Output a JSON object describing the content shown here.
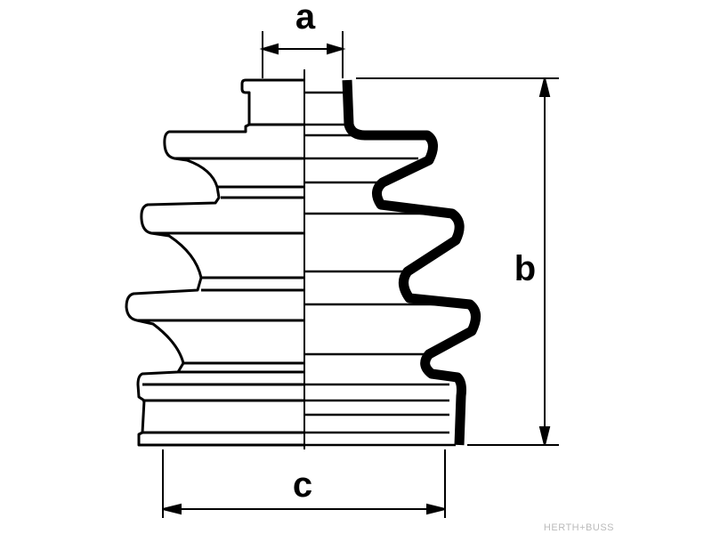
{
  "dimensions": {
    "a": "a",
    "b": "b",
    "c": "c"
  },
  "watermark": "HERTH+BUSS"
}
